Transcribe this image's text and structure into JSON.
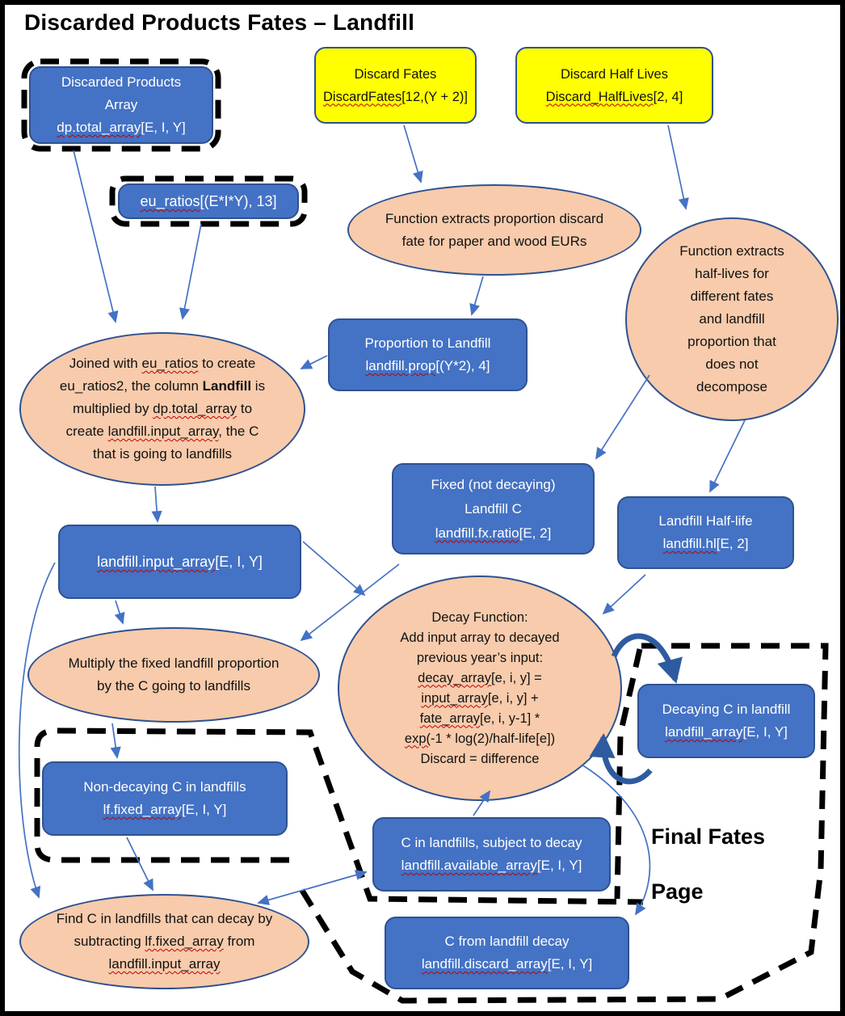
{
  "title": "Discarded Products Fates – Landfill",
  "region_labels": {
    "final_fates": "Final Fates",
    "page": "Page"
  },
  "colors": {
    "node_fill_blue": "#4472C4",
    "node_border": "#2F528F",
    "node_fill_yellow": "#FFFF00",
    "node_fill_peach": "#F7CBAC",
    "arrow_thin": "#4472C4",
    "arrow_thick": "#2E5B9F",
    "dashed_outline": "#000000",
    "spellcheck_underline": "#C00000"
  },
  "nodes": {
    "dp_array": {
      "lines": [
        [
          {
            "t": "Discarded Products"
          }
        ],
        [
          {
            "t": "Array"
          }
        ],
        [
          {
            "t": "dp.total_array",
            "w": true
          },
          {
            "t": "[E, I, Y]"
          }
        ]
      ]
    },
    "eu_ratios": {
      "lines": [
        [
          {
            "t": "eu_ratios",
            "w": true
          },
          {
            "t": "[(E*I*Y), 13]"
          }
        ]
      ]
    },
    "discard_fates": {
      "lines": [
        [
          {
            "t": "Discard Fates"
          }
        ],
        [
          {
            "t": "DiscardFates",
            "w": true
          },
          {
            "t": "[12,(Y + 2)]"
          }
        ]
      ]
    },
    "discard_half_lives": {
      "lines": [
        [
          {
            "t": "Discard Half Lives"
          }
        ],
        [
          {
            "t": "Discard_HalfLives",
            "w": true
          },
          {
            "t": "[2, 4]"
          }
        ]
      ]
    },
    "fn_discard": {
      "lines": [
        [
          {
            "t": "Function extracts proportion discard"
          }
        ],
        [
          {
            "t": "fate for paper and wood EURs"
          }
        ]
      ]
    },
    "fn_halflives": {
      "lines": [
        [
          {
            "t": "Function extracts"
          }
        ],
        [
          {
            "t": "half-lives for"
          }
        ],
        [
          {
            "t": "different fates"
          }
        ],
        [
          {
            "t": "and landfill"
          }
        ],
        [
          {
            "t": "proportion that"
          }
        ],
        [
          {
            "t": "does not"
          }
        ],
        [
          {
            "t": "decompose"
          }
        ]
      ]
    },
    "prop_landfill": {
      "lines": [
        [
          {
            "t": "Proportion to Landfill"
          }
        ],
        [
          {
            "t": "landfill.prop",
            "w": true
          },
          {
            "t": "[(Y*2), 4]"
          }
        ]
      ]
    },
    "joined": {
      "lines": [
        [
          {
            "t": "Joined with "
          },
          {
            "t": "eu_ratios",
            "w": true
          },
          {
            "t": " to create"
          }
        ],
        [
          {
            "t": "eu_ratios2, the column "
          },
          {
            "t": "Landfill",
            "b": true
          },
          {
            "t": " is"
          }
        ],
        [
          {
            "t": "multiplied by "
          },
          {
            "t": "dp.total_array",
            "w": true
          },
          {
            "t": " to"
          }
        ],
        [
          {
            "t": "create "
          },
          {
            "t": "landfill.input_array",
            "w": true
          },
          {
            "t": ", the C"
          }
        ],
        [
          {
            "t": "that is going to landfills"
          }
        ]
      ]
    },
    "fixed_landfill": {
      "lines": [
        [
          {
            "t": "Fixed (not decaying)"
          }
        ],
        [
          {
            "t": "Landfill C"
          }
        ],
        [
          {
            "t": "landfill.fx.ratio",
            "w": true
          },
          {
            "t": "[E, 2]"
          }
        ]
      ]
    },
    "landfill_hl": {
      "lines": [
        [
          {
            "t": "Landfill Half-life"
          }
        ],
        [
          {
            "t": "landfill.hl",
            "w": true
          },
          {
            "t": "[E, 2]"
          }
        ]
      ]
    },
    "input_array": {
      "lines": [
        [
          {
            "t": "landfill.input_array",
            "w": true
          },
          {
            "t": "[E, I, Y]"
          }
        ]
      ]
    },
    "multiply": {
      "lines": [
        [
          {
            "t": "Multiply the fixed landfill proportion"
          }
        ],
        [
          {
            "t": "by the C going to landfills"
          }
        ]
      ]
    },
    "decay_fn": {
      "lines": [
        [
          {
            "t": "Decay Function:"
          }
        ],
        [
          {
            "t": "Add input array to decayed"
          }
        ],
        [
          {
            "t": "previous year’s input:"
          }
        ],
        [
          {
            "t": "decay_array",
            "w": true
          },
          {
            "t": "[e, i, y] ="
          }
        ],
        [
          {
            "t": "input_array",
            "w": true
          },
          {
            "t": "[e, i, y] +"
          }
        ],
        [
          {
            "t": "fate_array",
            "w": true
          },
          {
            "t": "[e, i, y-1] *"
          }
        ],
        [
          {
            "t": "exp(",
            "w": true
          },
          {
            "t": "-1 * log(2)/half-life[e])"
          }
        ],
        [
          {
            "t": "Discard = difference"
          }
        ]
      ]
    },
    "decaying": {
      "lines": [
        [
          {
            "t": "Decaying C in landfill"
          }
        ],
        [
          {
            "t": "landfill_array",
            "w": true
          },
          {
            "t": "[E, I, Y]"
          }
        ]
      ]
    },
    "non_decaying": {
      "lines": [
        [
          {
            "t": "Non-decaying C in landfills"
          }
        ],
        [
          {
            "t": "lf.fixed_array",
            "w": true
          },
          {
            "t": "[E, I, Y]"
          }
        ]
      ]
    },
    "available": {
      "lines": [
        [
          {
            "t": "C in landfills, subject to decay"
          }
        ],
        [
          {
            "t": "landfill.available_array",
            "w": true
          },
          {
            "t": "[E, I, Y]"
          }
        ]
      ]
    },
    "find_c": {
      "lines": [
        [
          {
            "t": "Find C in landfills that can decay by"
          }
        ],
        [
          {
            "t": "subtracting "
          },
          {
            "t": "lf.fixed_array",
            "w": true
          },
          {
            "t": " from"
          }
        ],
        [
          {
            "t": "landfill.input_array",
            "w": true
          }
        ]
      ]
    },
    "discard_array": {
      "lines": [
        [
          {
            "t": "C from landfill decay"
          }
        ],
        [
          {
            "t": "landfill.discard_array",
            "w": true
          },
          {
            "t": "[E, I, Y]"
          }
        ]
      ]
    }
  }
}
